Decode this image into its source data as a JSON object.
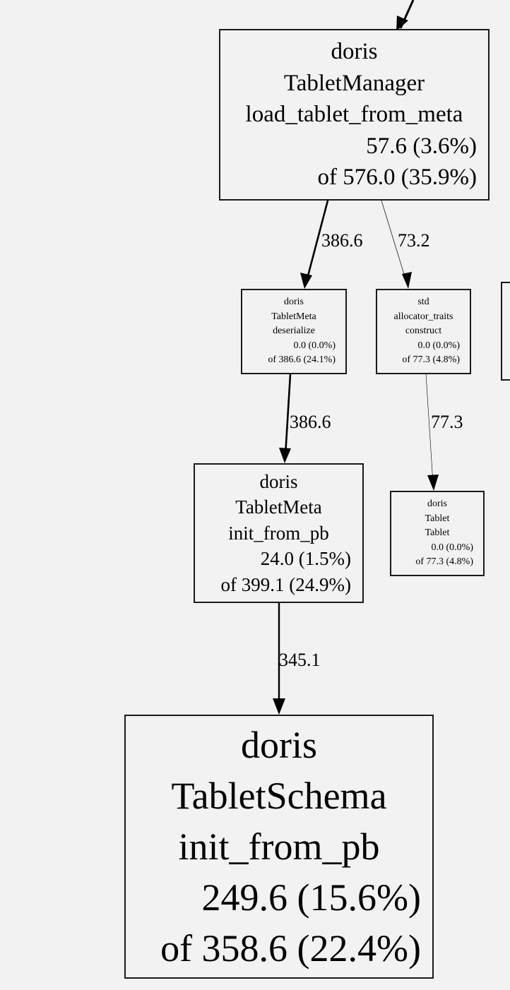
{
  "nodes": {
    "tablet_manager": {
      "lines": [
        "doris",
        "TabletManager",
        "load_tablet_from_meta"
      ],
      "self": "57.6 (3.6%)",
      "total": "of 576.0 (35.9%)"
    },
    "tablet_meta_deserialize": {
      "lines": [
        "doris",
        "TabletMeta",
        "deserialize"
      ],
      "self": "0.0 (0.0%)",
      "total": "of 386.6 (24.1%)"
    },
    "allocator_traits_construct": {
      "lines": [
        "std",
        "allocator_traits",
        "construct"
      ],
      "self": "0.0 (0.0%)",
      "total": "of 77.3 (4.8%)"
    },
    "tablet_meta_init_from_pb": {
      "lines": [
        "doris",
        "TabletMeta",
        "init_from_pb"
      ],
      "self": "24.0 (1.5%)",
      "total": "of 399.1 (24.9%)"
    },
    "tablet_tablet": {
      "lines": [
        "doris",
        "Tablet",
        "Tablet"
      ],
      "self": "0.0 (0.0%)",
      "total": "of 77.3 (4.8%)"
    },
    "tablet_schema_init_from_pb": {
      "lines": [
        "doris",
        "TabletSchema",
        "init_from_pb"
      ],
      "self": "249.6 (15.6%)",
      "total": "of 358.6 (22.4%)"
    }
  },
  "edges": {
    "tm_to_deserialize": "386.6",
    "tm_to_construct": "73.2",
    "deserialize_to_init": "386.6",
    "construct_to_tablet": "77.3",
    "init_to_schema": "345.1"
  },
  "colors": {
    "background": "#f2f2f2",
    "stroke": "#1a1a1a"
  }
}
